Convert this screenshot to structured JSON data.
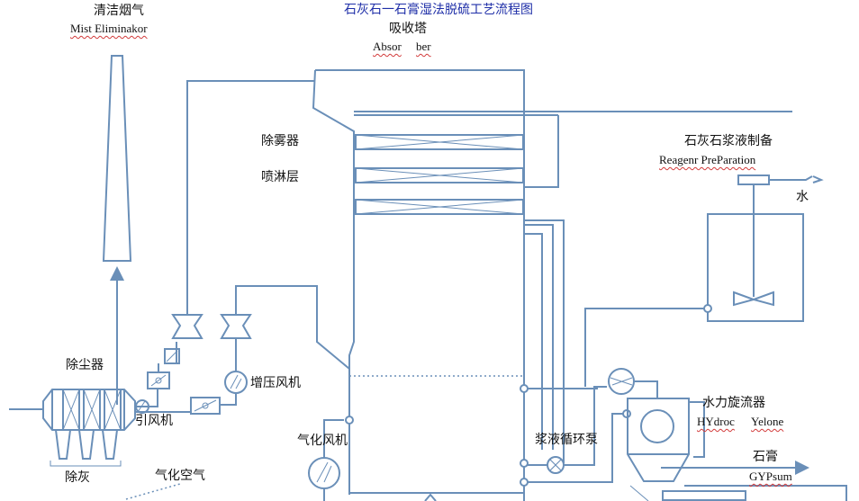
{
  "title": "石灰石一石膏湿法脱硫工艺流程图",
  "labels": {
    "chimney_cn": "清洁烟气",
    "chimney_en": "Mist Eliminakor",
    "absorber_cn": "吸收塔",
    "absorber_en_1": "Absor",
    "absorber_en_2": "ber",
    "demister": "除雾器",
    "spray_layer": "喷淋层",
    "limestone_cn": "石灰石浆液制备",
    "limestone_en": "Reagenr PreParation",
    "water": "水",
    "dust_collector": "除尘器",
    "induced_fan": "引风机",
    "booster_fan": "增压风机",
    "oxidation_fan": "气化风机",
    "ash_removal": "除灰",
    "oxidation_air": "气化空气",
    "circulation_pump": "浆液循环泵",
    "hydrocyclone_cn": "水力旋流器",
    "hydrocyclone_en_1": "HYdroc",
    "hydrocyclone_en_2": "Yelone",
    "gypsum_cn": "石膏",
    "gypsum_en": "GYPsum"
  },
  "colors": {
    "line": "#6a8fb8",
    "text": "#111111",
    "title": "#1f2fa8",
    "spellcheck": "#d23b3b"
  }
}
